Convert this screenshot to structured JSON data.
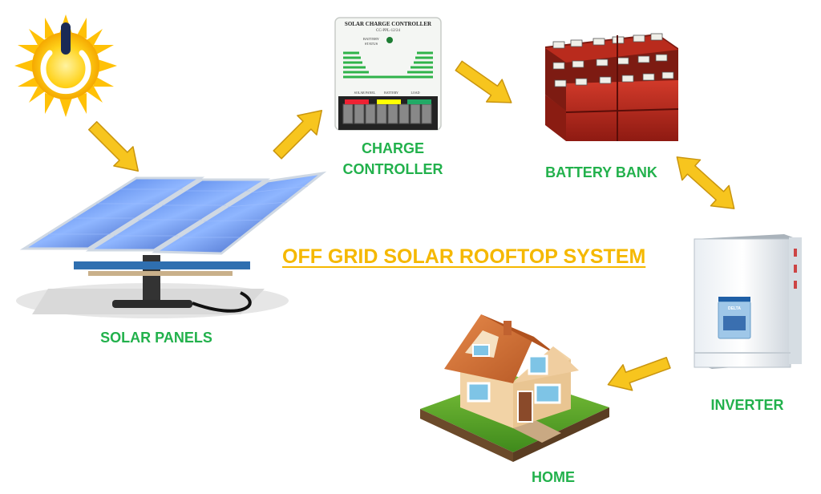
{
  "title": "OFF GRID SOLAR ROOFTOP SYSTEM",
  "components": {
    "solar_panels": "SOLAR PANELS",
    "charge_controller_line1": "CHARGE",
    "charge_controller_line2": "CONTROLLER",
    "battery_bank": "BATTERY BANK",
    "inverter": "INVERTER",
    "home": "HOME"
  },
  "charge_controller_device": {
    "heading": "SOLAR CHARGE CONTROLLER",
    "model": "CC-PPL-12/24",
    "battery_status": "BATTERY STATUS",
    "terminals": [
      "SOLAR PANEL",
      "BATTERY",
      "LOAD"
    ]
  },
  "inverter_device": {
    "brand": "DELTA"
  },
  "colors": {
    "label_green": "#22b14c",
    "title_yellow": "#f5b800",
    "arrow_yellow": "#f7c51e",
    "arrow_outline": "#c9950f"
  }
}
